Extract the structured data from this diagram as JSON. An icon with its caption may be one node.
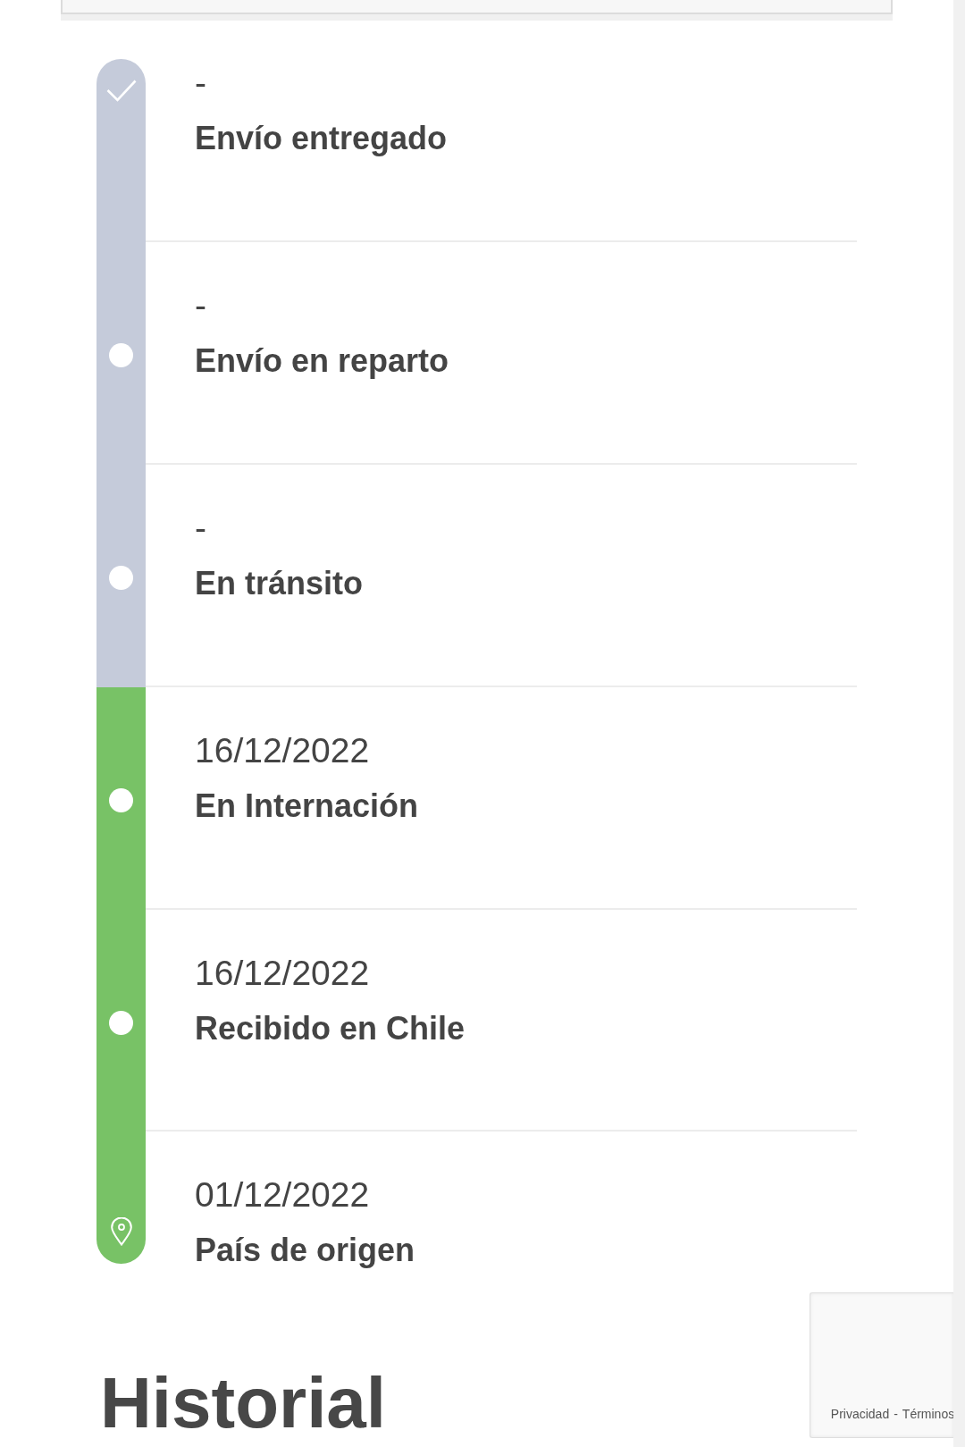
{
  "diagram": {
    "nodes": [
      {
        "text": [
          "-",
          "Envío entregado"
        ]
      },
      {
        "text": [
          "-",
          "Envío en reparto"
        ]
      },
      {
        "text": [
          "-",
          "En tránsito"
        ]
      },
      {
        "text": [
          "16/12/2022",
          "En Internación"
        ]
      },
      {
        "text": [
          "16/12/2022",
          "Recibido en Chile"
        ]
      },
      {
        "text": [
          "01/12/2022",
          "País de origen"
        ]
      }
    ],
    "labels": [
      "Historial",
      "Privacidad",
      "-",
      "Términos"
    ]
  }
}
